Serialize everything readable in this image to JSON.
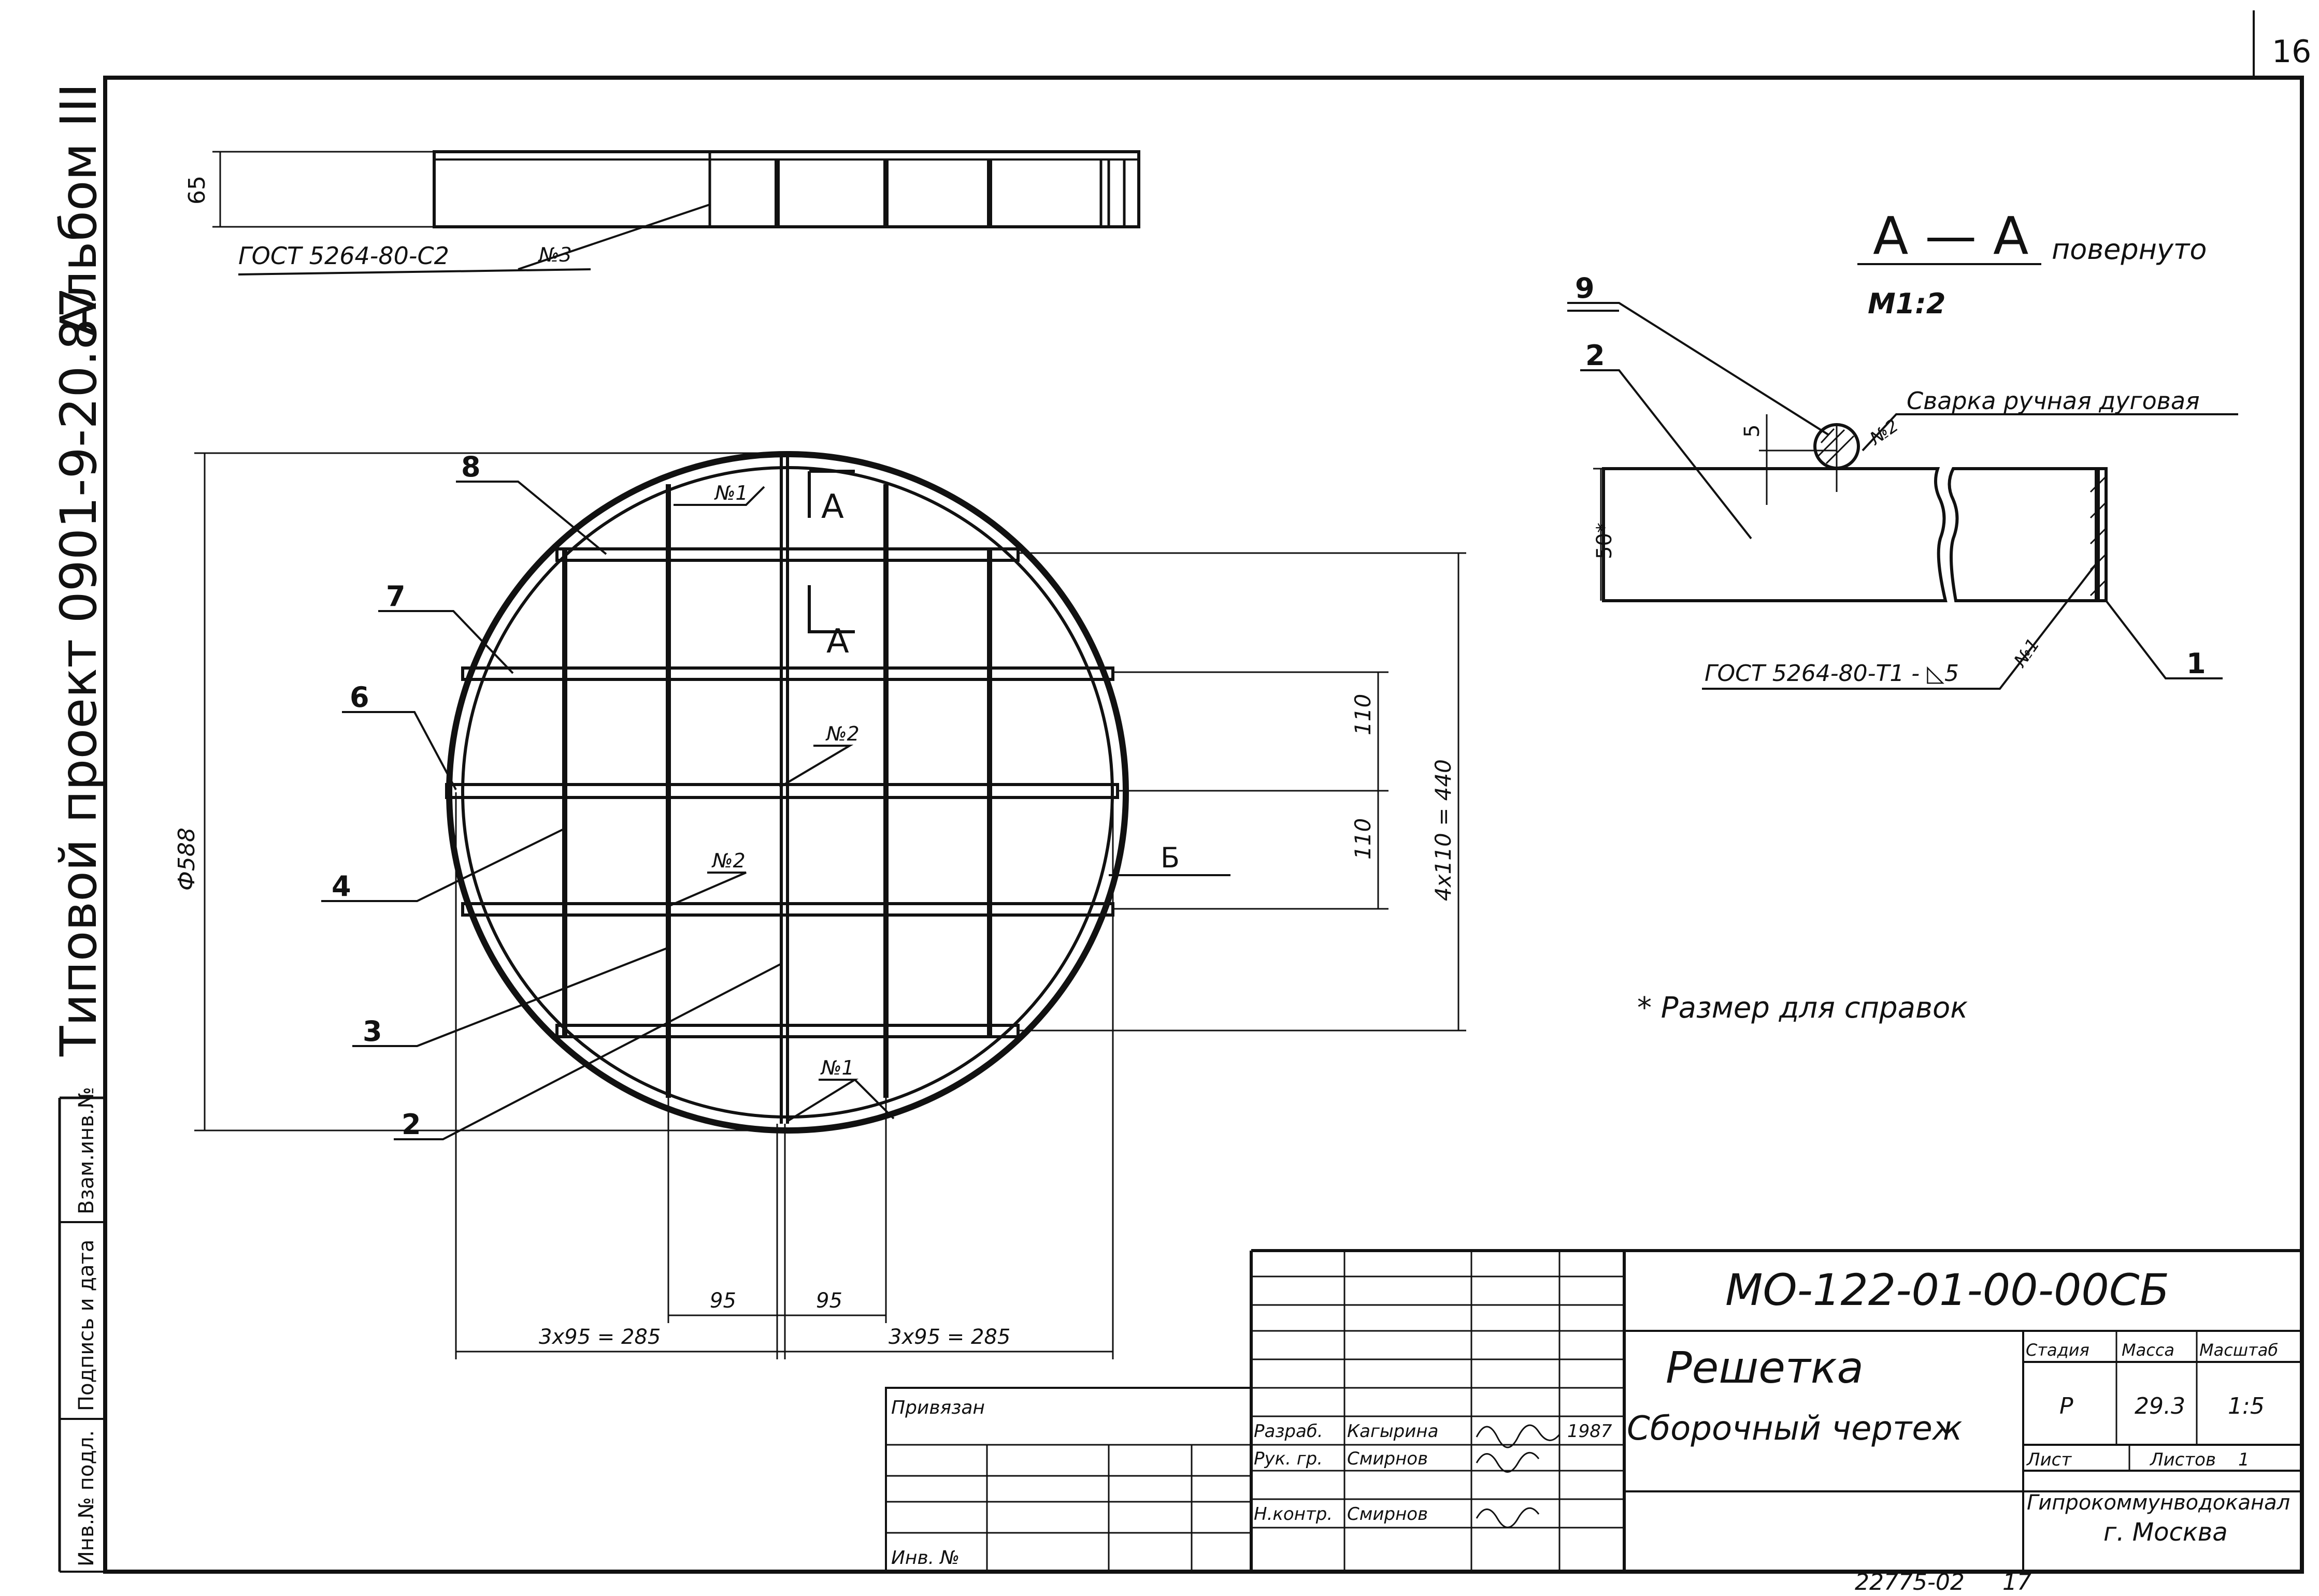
{
  "page_number": "16",
  "side_stamp": {
    "project": "Типовой проект 0901-9-20.87",
    "album": "Альбом III"
  },
  "vertical_stamp": {
    "inv_orig": "Инв.№ подл.",
    "sign_date": "Подпись и дата",
    "inv_replace": "Взам.инв.№"
  },
  "top_view": {
    "dim_65": "65",
    "gost": "ГОСТ 5264-80-С2",
    "weld": "№3"
  },
  "main_view": {
    "pos_8": "8",
    "pos_7": "7",
    "pos_6": "6",
    "pos_4": "4",
    "pos_3": "3",
    "pos_2": "2",
    "pos_b": "Б",
    "weld_top": "№1",
    "weld_bottom": "№1",
    "weld_mid1": "№2",
    "weld_mid2": "№2",
    "section_a1": "А",
    "section_a2": "А",
    "dia": "Ф588",
    "dim_110a": "110",
    "dim_110b": "110",
    "dim_440": "4х110 = 440",
    "dim_95a": "95",
    "dim_95b": "95",
    "dim_285a": "3х95 = 285",
    "dim_285b": "3х95 = 285"
  },
  "section": {
    "title": "А — А",
    "rotated": "повернуто",
    "scale": "М1:2",
    "pos_9": "9",
    "pos_2": "2",
    "pos_1": "1",
    "dim_5": "5",
    "dim_50": "50*",
    "weld_no": "№2",
    "weld_type": "Сварка ручная дуговая",
    "weld_no1": "№1",
    "gost": "ГОСТ 5264-80-Т1 - ◺5"
  },
  "note": "* Размер для справок",
  "title_block": {
    "designation": "МО-122-01-00-00СБ",
    "name": "Решетка",
    "doc_type": "Сборочный чертеж",
    "privyazan": "Привязан",
    "inv_no": "Инв. №",
    "razrab_role": "Разраб.",
    "razrab_name": "Кагырина",
    "year": "1987",
    "ruk_role": "Рук. гр.",
    "ruk_name": "Смирнов",
    "nkontr_role": "Н.контр.",
    "nkontr_name": "Смирнов",
    "stage_h": "Стадия",
    "mass_h": "Масса",
    "scale_h": "Масштаб",
    "stage": "Р",
    "mass": "29.3",
    "scale": "1:5",
    "sheet_h": "Лист",
    "sheets_h": "Листов",
    "sheets": "1",
    "org1": "Гипрокоммунводоканал",
    "org2": "г. Москва"
  },
  "bottom": {
    "code": "22775-02",
    "num": "17"
  }
}
